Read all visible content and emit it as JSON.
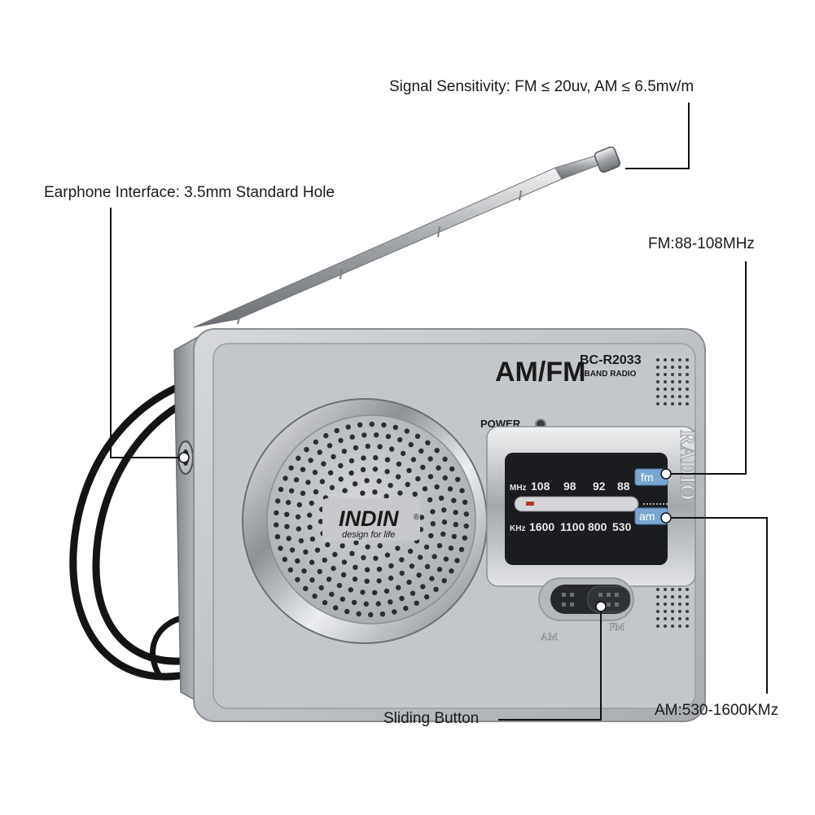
{
  "callouts": {
    "signal": "Signal Sensitivity: FM ≤ 20uv, AM ≤ 6.5mv/m",
    "earphone": "Earphone Interface: 3.5mm Standard Hole",
    "fm_range": "FM:88-108MHz",
    "am_range": "AM:530-1600KMz",
    "sliding": "Sliding Button"
  },
  "radio": {
    "band_title": "AM/FM",
    "model": "BC-R2033",
    "model_sub": "2BAND RADIO",
    "power_label": "POWER",
    "brand": "INDIN",
    "brand_mark": "®",
    "tagline": "design for life",
    "side_label": "RADIO",
    "dial": {
      "fm_unit": "MHz",
      "fm_values": [
        "108",
        "98",
        "92",
        "88"
      ],
      "fm_badge": "fm",
      "am_unit": "KHz",
      "am_values": [
        "1600",
        "1100",
        "800",
        "530"
      ],
      "am_badge": "am"
    },
    "switch_left": "AM",
    "switch_right": "FM"
  },
  "colors": {
    "body": "#b9bcc0",
    "face": "#c3c6ca",
    "dial_bg": "#1a1c20",
    "badge": "#7aa6cf",
    "strap": "#141414",
    "leader": "#111111"
  }
}
